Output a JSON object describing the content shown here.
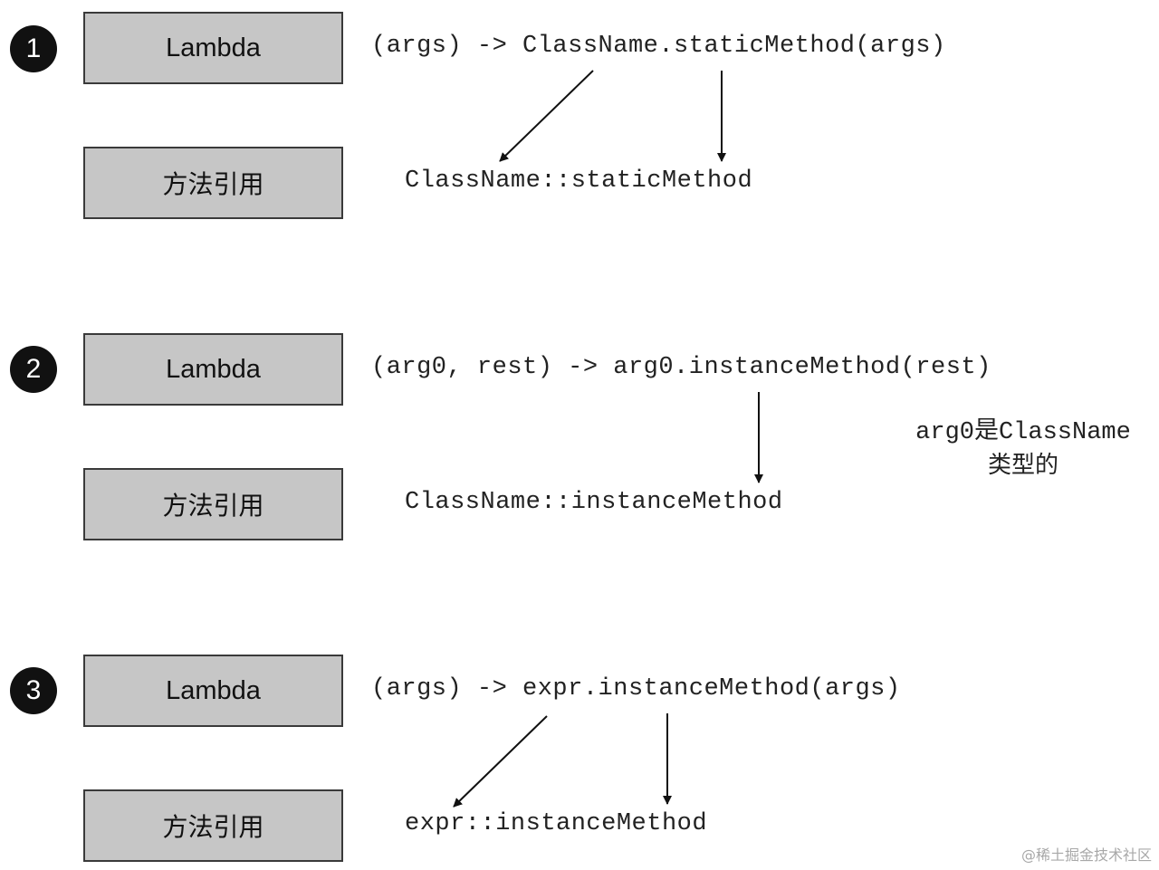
{
  "rows": [
    {
      "number": "1",
      "lambda_label": "Lambda",
      "method_ref_label": "方法引用",
      "lambda_expr": "(args) -> ClassName.staticMethod(args)",
      "method_ref_expr": "ClassName::staticMethod"
    },
    {
      "number": "2",
      "lambda_label": "Lambda",
      "method_ref_label": "方法引用",
      "lambda_expr": "(arg0, rest) -> arg0.instanceMethod(rest)",
      "method_ref_expr": "ClassName::instanceMethod",
      "note_line1": "arg0是ClassName",
      "note_line2": "类型的"
    },
    {
      "number": "3",
      "lambda_label": "Lambda",
      "method_ref_label": "方法引用",
      "lambda_expr": "(args) -> expr.instanceMethod(args)",
      "method_ref_expr": "expr::instanceMethod"
    }
  ],
  "watermark": "@稀土掘金技术社区"
}
